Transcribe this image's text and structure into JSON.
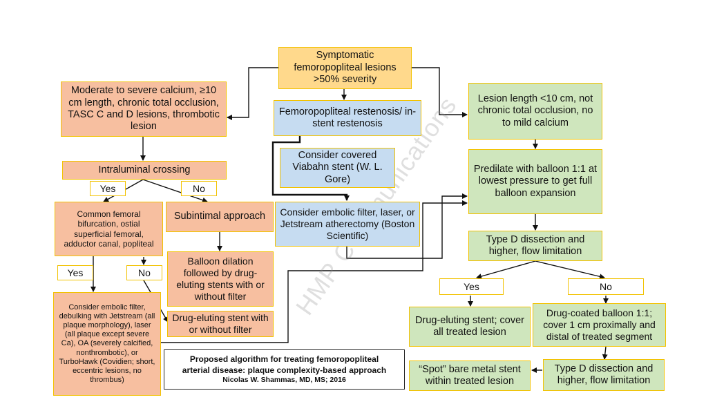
{
  "nodes": {
    "symptomatic": "Symptomatic femoropopliteal lesions >50% severity",
    "moderate": "Moderate to severe calcium, ≥10 cm length, chronic total occlusion, TASC C and D lesions, thrombotic lesion",
    "restenosis": "Femoropopliteal restenosis/ in-stent restenosis",
    "lesion_short": "Lesion length <10 cm, not chronic total occlusion, no to mild calcium",
    "intraluminal": "Intraluminal crossing",
    "viabahn": "Consider covered Viabahn stent (W. L. Gore)",
    "predilate": "Predilate with balloon 1:1 at lowest pressure to get full balloon expansion",
    "common_femoral": "Common femoral bifurcation, ostial superficial femoral, adductor canal, popliteal",
    "subintimal": "Subintimal approach",
    "embolic_blue": "Consider embolic filter, laser, or Jetstream atherectomy (Boston Scientific)",
    "type_d_1": "Type D dissection and higher, flow limitation",
    "balloon_dilation": "Balloon dilation followed by drug-eluting stents with or without filter",
    "embolic_orange": "Consider embolic filter, debulking with Jetstream (all plaque morphology), laser (all plaque except severe Ca), OA (severely calcified, nonthrombotic), or TurboHawk (Covidien; short, eccentric lesions, no thrombus)",
    "des_filter": "Drug-eluting stent with or without filter",
    "des_cover": "Drug-eluting stent; cover all treated lesion",
    "dcb": "Drug-coated balloon 1:1; cover 1 cm proximally and distal of treated segment",
    "spot": "“Spot” bare metal stent within treated lesion",
    "type_d_2": "Type D dissection and higher, flow limitation"
  },
  "labels": {
    "yes_1": "Yes",
    "no_1": "No",
    "yes_2": "Yes",
    "no_2": "No",
    "yes_3": "Yes",
    "no_3": "No"
  },
  "caption": {
    "line1": "Proposed algorithm for treating femoropopliteal",
    "line2": "arterial disease: plaque complexity-based approach",
    "author": "Nicolas W. Shammas, MD, MS; 2016"
  },
  "watermark": "HMP Communications"
}
